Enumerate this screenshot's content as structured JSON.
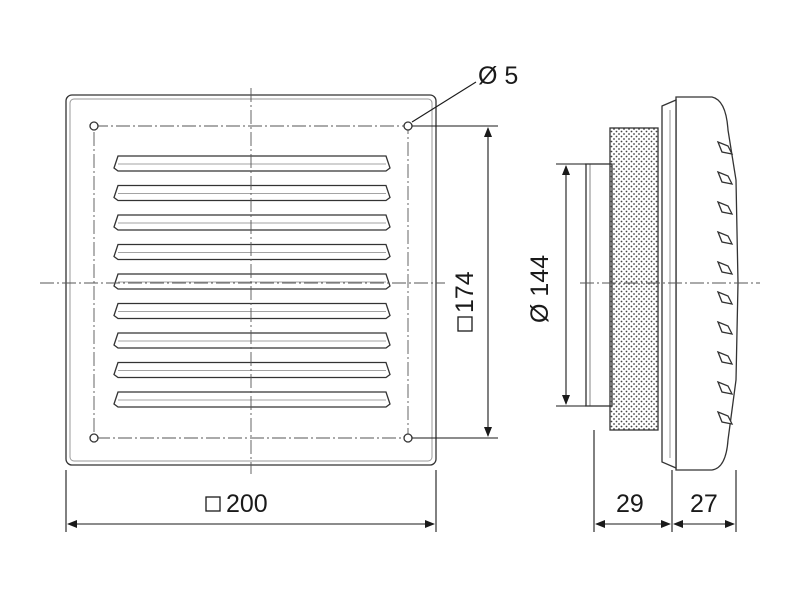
{
  "dimensions": {
    "hole_diameter": "Ø 5",
    "hole_spacing": "174",
    "front_width": "200",
    "duct_diameter": "Ø 144",
    "filter_depth": "29",
    "grille_depth": "27"
  }
}
